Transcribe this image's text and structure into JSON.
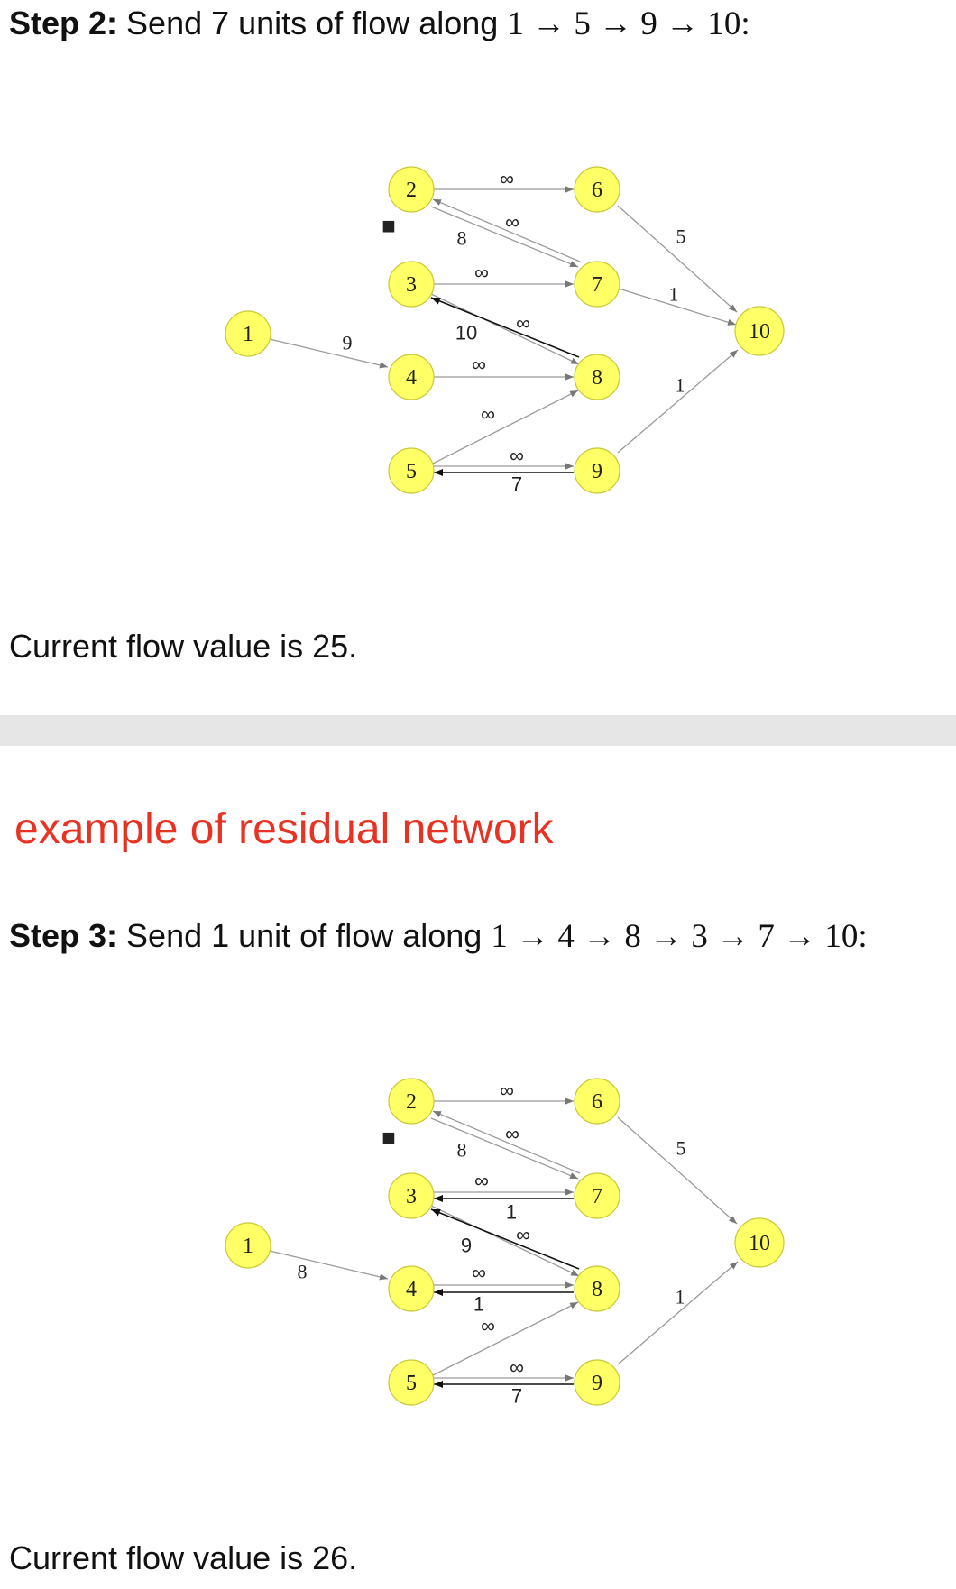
{
  "step2": {
    "label": "Step 2:",
    "text": " Send 7 units of flow along ",
    "path": "1 → 5 → 9 → 10:"
  },
  "graph1": {
    "marker": "■",
    "nodes": [
      "1",
      "2",
      "3",
      "4",
      "5",
      "6",
      "7",
      "8",
      "9",
      "10"
    ],
    "capacities": {
      "e2_6": "∞",
      "e2_7": "∞",
      "e7_2": "8",
      "e3_7": "∞",
      "e8_3": "10",
      "e3_8": "∞",
      "e1_4": "9",
      "e4_8": "∞",
      "e5_8": "∞",
      "e5_9": "∞",
      "e9_5": "7",
      "e6_10": "5",
      "e7_10": "1",
      "e9_10": "1"
    }
  },
  "flow1": "Current flow value is 25.",
  "heading": "example of residual network",
  "step3": {
    "label": "Step 3:",
    "text": " Send 1 unit of flow along ",
    "path": "1 → 4 → 8 → 3 → 7 → 10:"
  },
  "graph2": {
    "marker": "■",
    "nodes": [
      "1",
      "2",
      "3",
      "4",
      "5",
      "6",
      "7",
      "8",
      "9",
      "10"
    ],
    "capacities": {
      "e2_6": "∞",
      "e2_7": "∞",
      "e7_2": "8",
      "e3_7": "∞",
      "e7_3": "1",
      "e3_8": "∞",
      "e8_3": "9",
      "e1_4": "8",
      "e4_8": "∞",
      "e8_4": "1",
      "e5_8": "∞",
      "e5_9": "∞",
      "e9_5": "7",
      "e6_10": "5",
      "e9_10": "1"
    }
  },
  "flow2": "Current flow value is 26."
}
